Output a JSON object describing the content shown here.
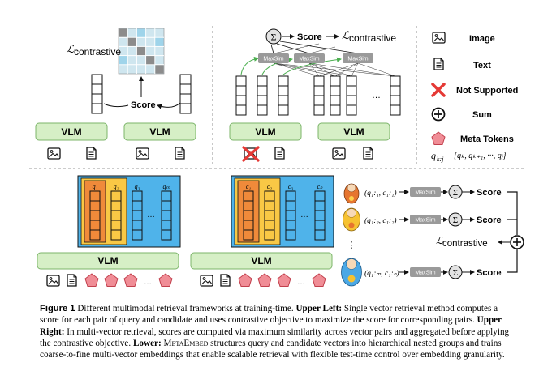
{
  "upper_left": {
    "loss_label": "ℒ",
    "loss_sub": "contrastive",
    "score_label": "Score",
    "vlm_left": "VLM",
    "vlm_right": "VLM"
  },
  "upper_right": {
    "score_label": "Score",
    "loss_label": "ℒ",
    "loss_sub": "contrastive",
    "maxsim": "MaxSim",
    "vlm": "VLM",
    "ellipsis": "…"
  },
  "legend": {
    "image": "Image",
    "text": "Text",
    "not_supported": "Not Supported",
    "sum": "Sum",
    "meta_tokens": "Meta Tokens",
    "qkj": "q",
    "qkj_sub": "k:j",
    "qkj_set": "{qₖ, qₖ₊₁, ···, qⱼ}"
  },
  "lower": {
    "vlm_left": "VLM",
    "vlm_right": "VLM",
    "q_labels": [
      "q₁",
      "q₂",
      "q₃",
      "qₘ"
    ],
    "c_labels": [
      "c₁",
      "c₂",
      "c₃",
      "cₙ"
    ],
    "pairs": [
      "(q₁:₁, c₁:₁)",
      "(q₁:₂, c₁:₂)",
      "(q₁:ₘ, c₁:ₙ)"
    ],
    "maxsim": "MaxSim",
    "score": "Score",
    "loss_label": "ℒ",
    "loss_sub": "contrastive",
    "ellipsis": "…",
    "vdots": "⋮"
  },
  "caption": {
    "figure": "Figure 1",
    "intro": " Different multimodal retrieval frameworks at training-time. ",
    "ul_head": "Upper Left:",
    "ul_text": " Single vector retrieval method computes a score for each pair of query and candidate and uses contrastive objective to maximize the score for corresponding pairs. ",
    "ur_head": "Upper Right:",
    "ur_text": " In multi-vector retrieval, scores are computed via maximum similarity across vector pairs and aggregated before applying the contrastive objective. ",
    "lo_head": "Lower:",
    "lo_name": "MetaEmbed",
    "lo_text": " structures query and candidate vectors into hierarchical nested groups and trains coarse-to-fine multi-vector embeddings that enable scalable retrieval with flexible test-time control over embedding granularity."
  }
}
